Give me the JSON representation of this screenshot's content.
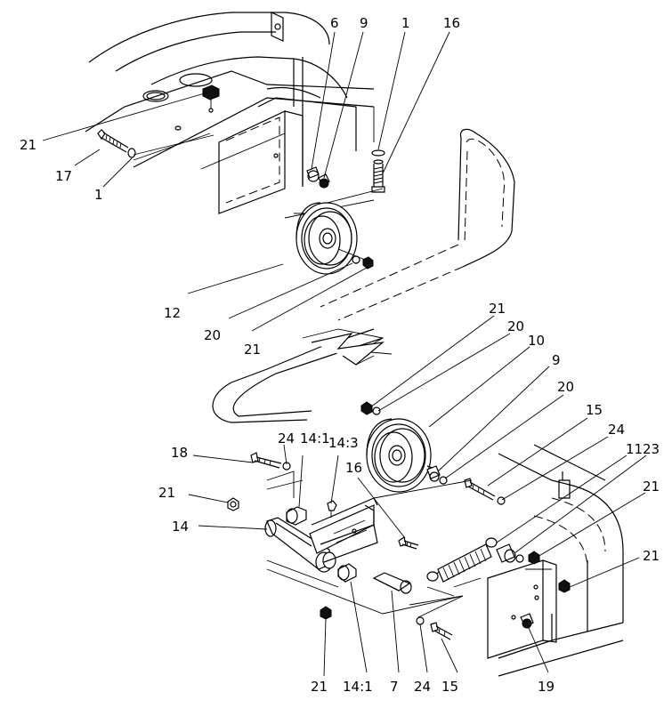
{
  "callouts": {
    "c21_a": "21",
    "c17": "17",
    "c1_a": "1",
    "c6": "6",
    "c9_a": "9",
    "c1_b": "1",
    "c16_a": "16",
    "c12": "12",
    "c20_a": "20",
    "c21_b": "21",
    "c21_c": "21",
    "c20_b": "20",
    "c10": "10",
    "c9_b": "9",
    "c20_c": "20",
    "c15_a": "15",
    "c24_a": "24",
    "c11": "11",
    "c23": "23",
    "c21_d": "21",
    "c21_e": "21",
    "c18": "18",
    "c24_b": "24",
    "c14_1a": "14:1",
    "c14_3": "14:3",
    "c16_b": "16",
    "c21_f": "21",
    "c14": "14",
    "c21_g": "21",
    "c14_1b": "14:1",
    "c7": "7",
    "c24_c": "24",
    "c15_b": "15",
    "c19": "19"
  }
}
